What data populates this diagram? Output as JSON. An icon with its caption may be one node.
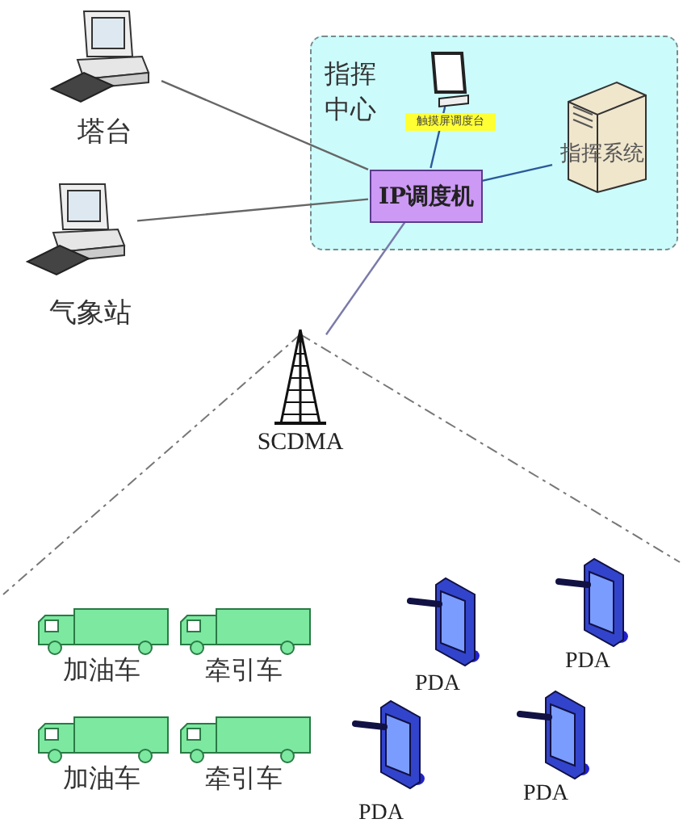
{
  "diagram": {
    "nodes": [
      {
        "text": [
          "塔台"
        ]
      },
      {
        "text": [
          "气象站"
        ]
      },
      {
        "text": [
          "指挥中心"
        ]
      },
      {
        "text": [
          "触摸屏调度台"
        ],
        "in": 2
      },
      {
        "text": [
          "IP调度机"
        ],
        "in": 2
      },
      {
        "text": [
          "指挥系统"
        ],
        "in": 2
      },
      {
        "text": [
          "SCDMA"
        ]
      },
      {
        "text": [
          "加油车"
        ]
      },
      {
        "text": [
          "牵引车"
        ]
      },
      {
        "text": [
          "加油车"
        ]
      },
      {
        "text": [
          "牵引车"
        ]
      },
      {
        "text": [
          "PDA"
        ]
      },
      {
        "text": [
          "PDA"
        ]
      },
      {
        "text": [
          "PDA"
        ]
      },
      {
        "text": [
          "PDA"
        ]
      }
    ],
    "edges": [
      {
        "from": 0,
        "to": 4,
        "arrow": "none"
      },
      {
        "from": 1,
        "to": 4,
        "arrow": "none"
      },
      {
        "from": 3,
        "to": 4,
        "arrow": "none"
      },
      {
        "from": 4,
        "to": 5,
        "arrow": "none"
      },
      {
        "from": 4,
        "to": 6,
        "arrow": "none"
      }
    ]
  }
}
